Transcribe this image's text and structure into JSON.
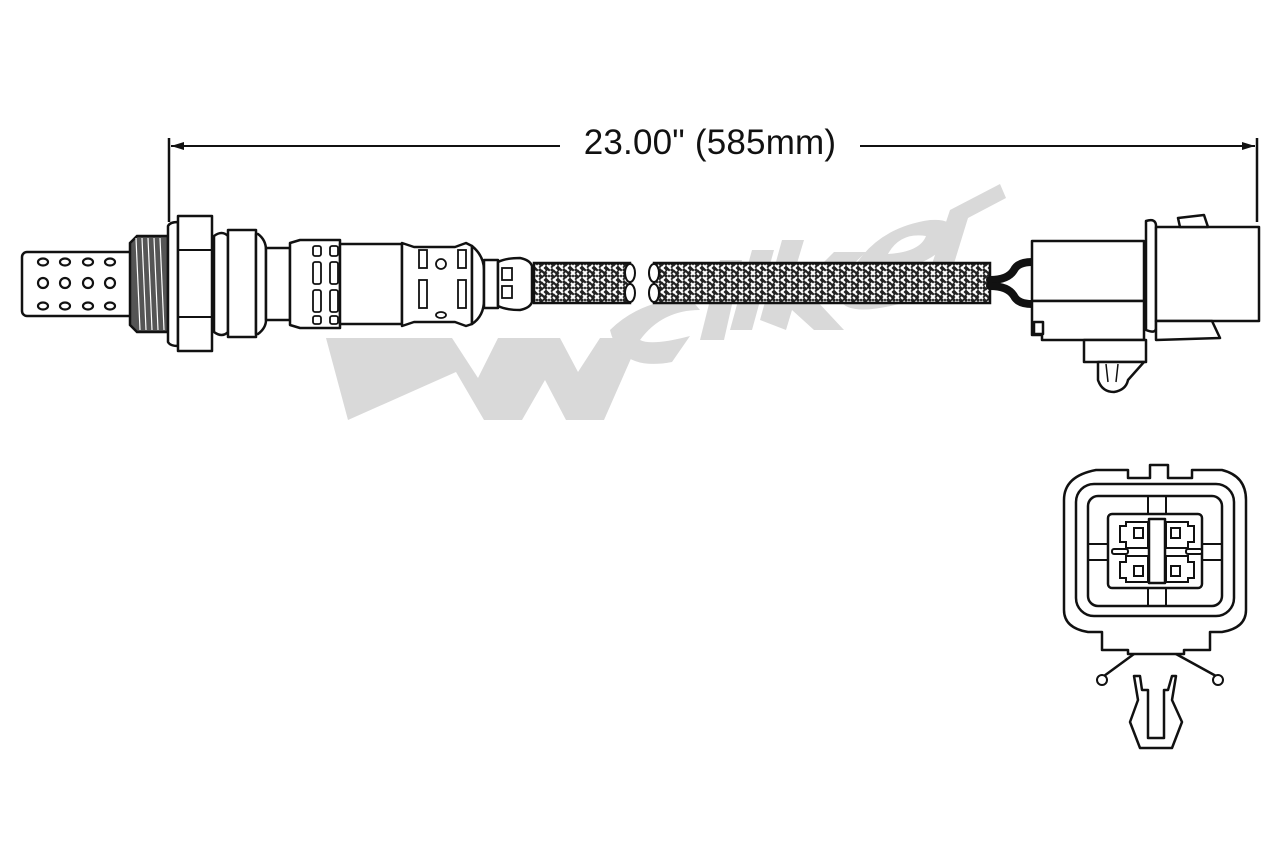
{
  "drawing": {
    "subject": "oxygen-sensor",
    "dimension": {
      "label": "23.00\" (585mm)",
      "inches": "23.00\"",
      "millimeters": "585mm"
    },
    "watermark": {
      "text": "Walker",
      "color": "#d9d9d9"
    },
    "colors": {
      "line": "#111111",
      "background": "#ffffff",
      "watermark": "#d9d9d9"
    },
    "parts": [
      "sensor-tip",
      "threaded-body",
      "hex-nut",
      "sensor-shell",
      "braided-cable",
      "lead-wires",
      "connector-side-view",
      "connector-end-view"
    ],
    "connector_pins": 4
  }
}
